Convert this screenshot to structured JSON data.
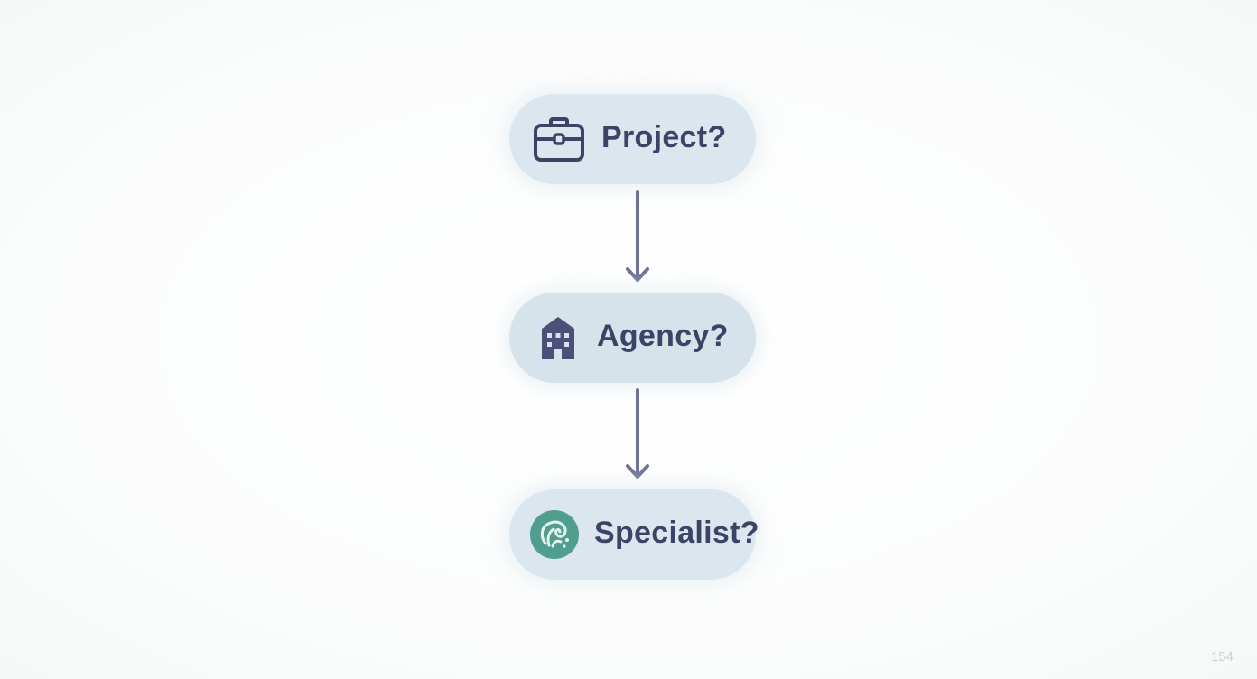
{
  "flow": {
    "steps": [
      {
        "label": "Project?",
        "icon": "briefcase-icon"
      },
      {
        "label": "Agency?",
        "icon": "building-icon"
      },
      {
        "label": "Specialist?",
        "icon": "specialist-brain-icon"
      }
    ]
  },
  "page_number": "154",
  "colors": {
    "node_fill": "#dce6ee",
    "text": "#3b4466",
    "arrow": "#6e7396",
    "specialist_icon_bg": "#4f9e8e"
  }
}
